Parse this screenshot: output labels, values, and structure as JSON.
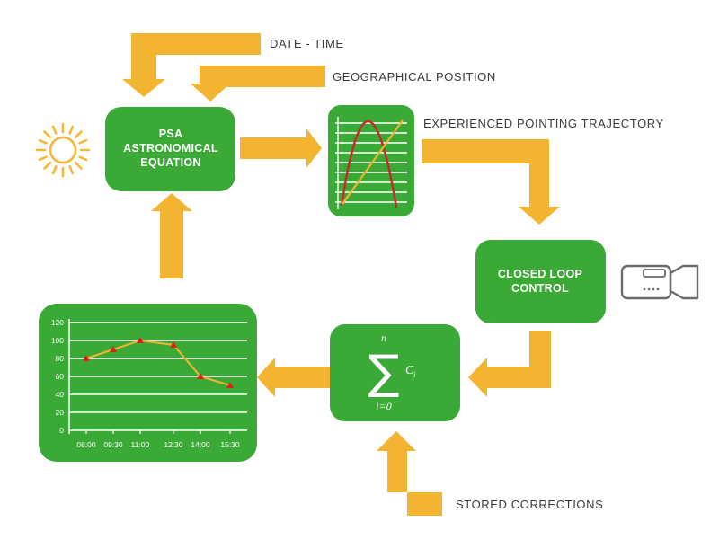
{
  "colors": {
    "green": "#3aa935",
    "arrow": "#f2b431",
    "sun": "#f7b733",
    "camera": "#6b6b6b",
    "curve_red": "#c9272a",
    "curve_yellow": "#f2b431",
    "marker_red": "#e0201c"
  },
  "labels": {
    "date_time": "DATE - TIME",
    "geo_position": "GEOGRAPHICAL POSITION",
    "trajectory": "EXPERIENCED POINTING TRAJECTORY",
    "stored_corrections": "STORED CORRECTIONS"
  },
  "boxes": {
    "psa_line1": "PSA",
    "psa_line2": "ASTRONOMICAL",
    "psa_line3": "EQUATION",
    "closed_loop_line1": "CLOSED LOOP",
    "closed_loop_line2": "CONTROL"
  },
  "sum_formula": {
    "upper": "n",
    "symbol": "∑",
    "term": "C",
    "subscript": "i",
    "lower": "i=0"
  },
  "icons": [
    "sun-icon",
    "camera-icon"
  ],
  "chart_data": {
    "type": "line",
    "categories": [
      "08:00",
      "09:30",
      "11:00",
      "12:30",
      "14:00",
      "15:30"
    ],
    "values": [
      80,
      90,
      100,
      95,
      60,
      50
    ],
    "ylim": [
      0,
      120
    ],
    "yticks": [
      0,
      20,
      40,
      60,
      80,
      100,
      120
    ],
    "grid": true,
    "title": "",
    "xlabel": "",
    "ylabel": ""
  }
}
